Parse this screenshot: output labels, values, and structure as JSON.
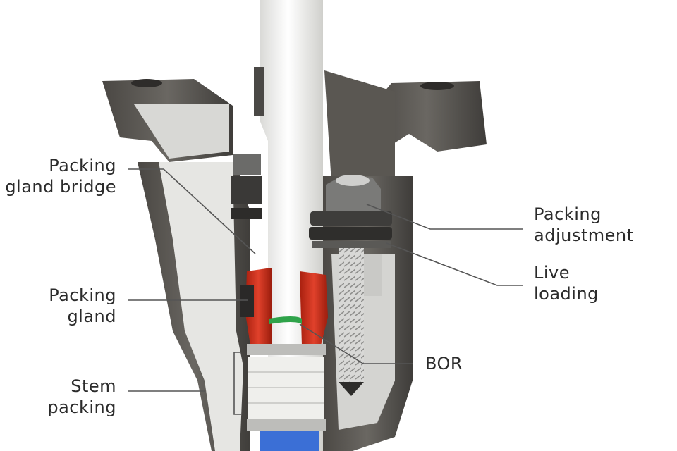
{
  "labels": {
    "packing_gland_bridge": [
      "Packing",
      "gland bridge"
    ],
    "packing_gland": [
      "Packing",
      "gland"
    ],
    "stem_packing": [
      "Stem",
      "packing"
    ],
    "packing_adjustment": [
      "Packing",
      "adjustment"
    ],
    "live_loading": [
      "Live",
      "loading"
    ],
    "bor": "BOR"
  },
  "colors": {
    "body_metal": "#5f5c57",
    "body_metal_dark": "#45433f",
    "cut_face": "#e4e4e2",
    "stem": "#f2f2f0",
    "packing_gland": "#d2321f",
    "bor_ring": "#2fa34a",
    "packing_rings": "#ececea",
    "bolt": "#8c8c8c",
    "leader_line": "#555555",
    "text": "#2b2b2b"
  }
}
